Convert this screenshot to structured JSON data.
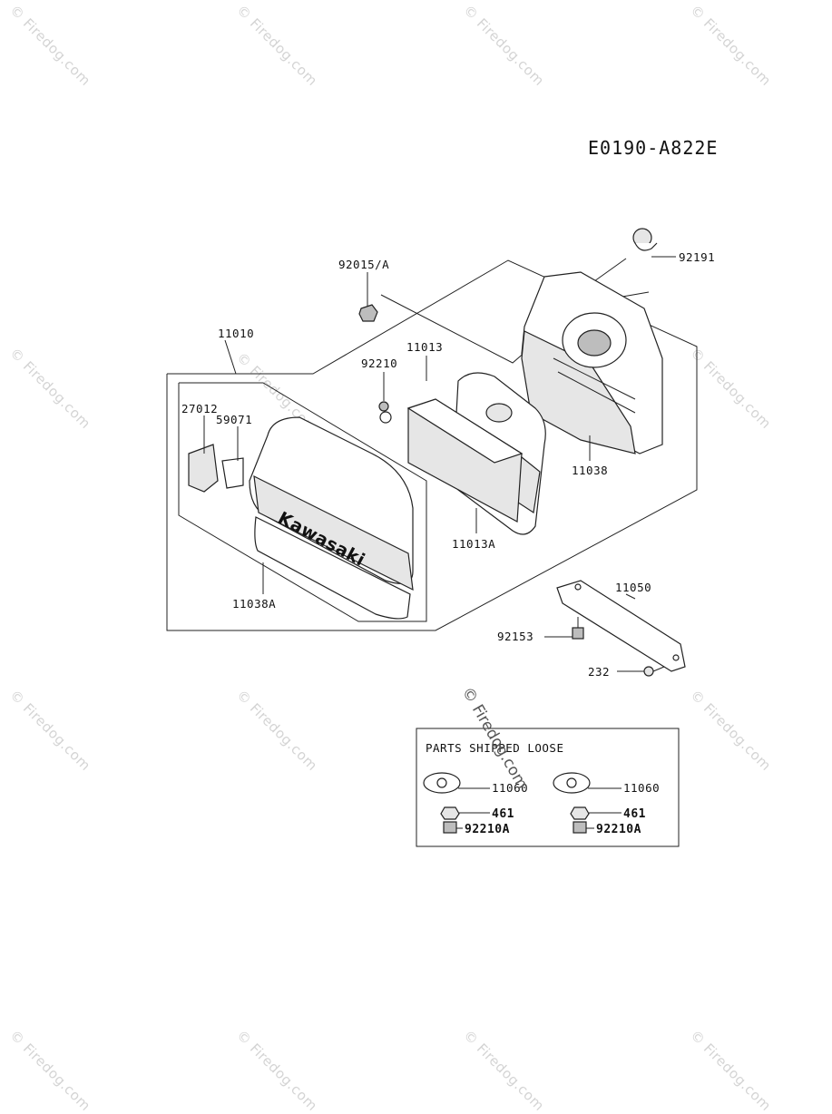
{
  "diagram_code": "E0190-A822E",
  "watermark_text": "© Firedog.com",
  "brand_logo_text": "Kawasaki",
  "parts": {
    "p92191": "92191",
    "p92015A": "92015/A",
    "p11010": "11010",
    "p11013": "11013",
    "p92210": "92210",
    "p27012": "27012",
    "p59071": "59071",
    "p11038": "11038",
    "p11013A": "11013A",
    "p11038A": "11038A",
    "p11050": "11050",
    "p92153": "92153",
    "p232": "232"
  },
  "loose_box": {
    "title": "PARTS SHIPPED LOOSE",
    "left": {
      "gasket": "11060",
      "washer": "461",
      "nut": "92210A"
    },
    "right": {
      "gasket": "11060",
      "washer": "461",
      "nut": "92210A"
    }
  }
}
